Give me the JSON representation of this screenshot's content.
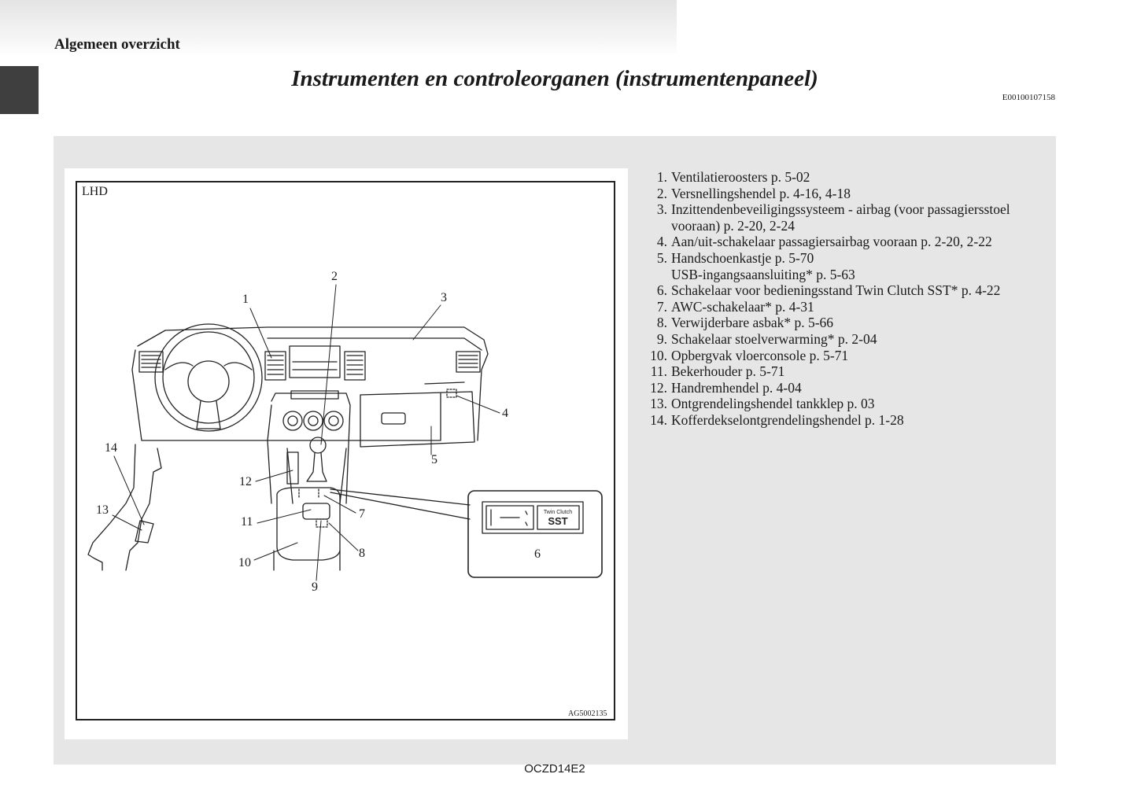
{
  "header": {
    "section": "Algemeen overzicht",
    "title": "Instrumenten en controleorganen (instrumentenpaneel)",
    "doc_code": "E00100107158"
  },
  "figure": {
    "variant_label": "LHD",
    "image_code": "AG5002135",
    "callouts": [
      "1",
      "2",
      "3",
      "4",
      "5",
      "6",
      "7",
      "8",
      "9",
      "10",
      "11",
      "12",
      "13",
      "14"
    ],
    "inset_button_text": {
      "small": "Twin Clutch",
      "big": "SST"
    }
  },
  "legend": {
    "items": [
      {
        "num": "1.",
        "lines": [
          "Ventilatieroosters p. 5-02"
        ]
      },
      {
        "num": "2.",
        "lines": [
          "Versnellingshendel p. 4-16, 4-18"
        ]
      },
      {
        "num": "3.",
        "lines": [
          "Inzittendenbeveiligingssysteem - airbag (voor passagiersstoel",
          "vooraan) p. 2-20, 2-24"
        ]
      },
      {
        "num": "4.",
        "lines": [
          "Aan/uit-schakelaar passagiersairbag vooraan p. 2-20, 2-22"
        ]
      },
      {
        "num": "5.",
        "lines": [
          "Handschoenkastje p. 5-70",
          "USB-ingangsaansluiting* p. 5-63"
        ]
      },
      {
        "num": "6.",
        "lines": [
          "Schakelaar voor bedieningsstand Twin Clutch SST* p. 4-22"
        ]
      },
      {
        "num": "7.",
        "lines": [
          "AWC-schakelaar* p. 4-31"
        ]
      },
      {
        "num": "8.",
        "lines": [
          "Verwijderbare asbak* p. 5-66"
        ]
      },
      {
        "num": "9.",
        "lines": [
          "Schakelaar stoelverwarming* p. 2-04"
        ]
      },
      {
        "num": "10.",
        "lines": [
          "Opbergvak vloerconsole p. 5-71"
        ]
      },
      {
        "num": "11.",
        "lines": [
          "Bekerhouder p. 5-71"
        ]
      },
      {
        "num": "12.",
        "lines": [
          "Handremhendel p. 4-04"
        ]
      },
      {
        "num": "13.",
        "lines": [
          "Ontgrendelingshendel tankklep p. 03"
        ]
      },
      {
        "num": "14.",
        "lines": [
          "Kofferdekselontgrendelingshendel p. 1-28"
        ]
      }
    ]
  },
  "footer": {
    "code": "OCZD14E2"
  }
}
